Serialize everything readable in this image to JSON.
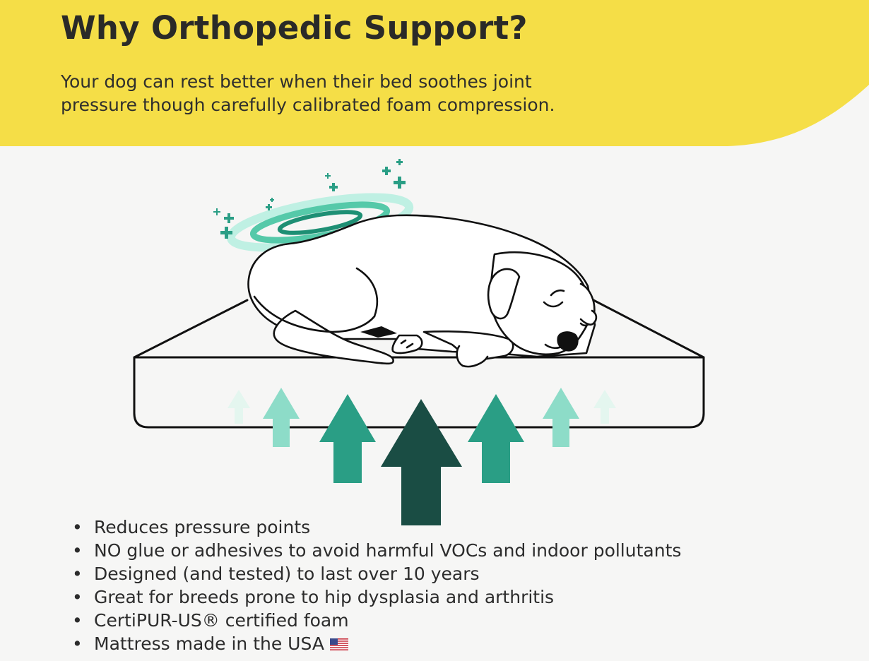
{
  "header": {
    "title": "Why Orthopedic Support?",
    "subtitle_line1": "Your dog can rest better when their bed soothes joint",
    "subtitle_line2": "pressure though carefully calibrated foam compression."
  },
  "colors": {
    "header_yellow": "#f5de47",
    "background": "#f6f6f5",
    "arrow_light": "#e4f6ef",
    "arrow_mid": "#8ddcc8",
    "arrow_teal": "#2a9e85",
    "arrow_dark": "#1a4d44",
    "halo_light": "#9be6d2",
    "halo_dark": "#1e8f74",
    "outline": "#111111"
  },
  "illustration": {
    "icons": [
      "sleeping-dog-icon",
      "halo-icon",
      "sparkle-plus-icon",
      "mattress-icon",
      "support-arrow-icon"
    ]
  },
  "benefits": {
    "bullet": "•",
    "items": [
      "Reduces pressure points",
      "NO glue or adhesives to avoid harmful VOCs and indoor pollutants",
      "Designed (and tested) to last over 10 years",
      "Great for breeds prone to hip dysplasia and arthritis",
      "CertiPUR-US® certified foam",
      "Mattress made in the USA"
    ],
    "flag_icon": "us-flag-icon"
  }
}
